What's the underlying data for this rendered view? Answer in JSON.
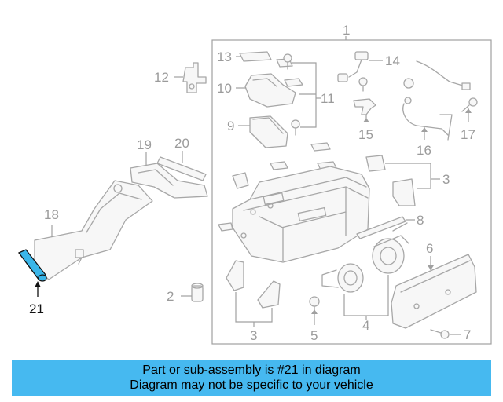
{
  "diagram": {
    "highlight_color": "#3ab6e9",
    "callouts": {
      "c1": "1",
      "c2": "2",
      "c3a": "3",
      "c3b": "3",
      "c4": "4",
      "c5": "5",
      "c6": "6",
      "c7": "7",
      "c8": "8",
      "c9": "9",
      "c10": "10",
      "c11": "11",
      "c12": "12",
      "c13": "13",
      "c14": "14",
      "c15": "15",
      "c16": "16",
      "c17": "17",
      "c18": "18",
      "c19": "19",
      "c20": "20",
      "c21": "21"
    }
  },
  "banner": {
    "line1": "Part or sub-assembly is #21 in diagram",
    "line2": "Diagram may not be specific to your vehicle",
    "background": "#46b9f0"
  }
}
